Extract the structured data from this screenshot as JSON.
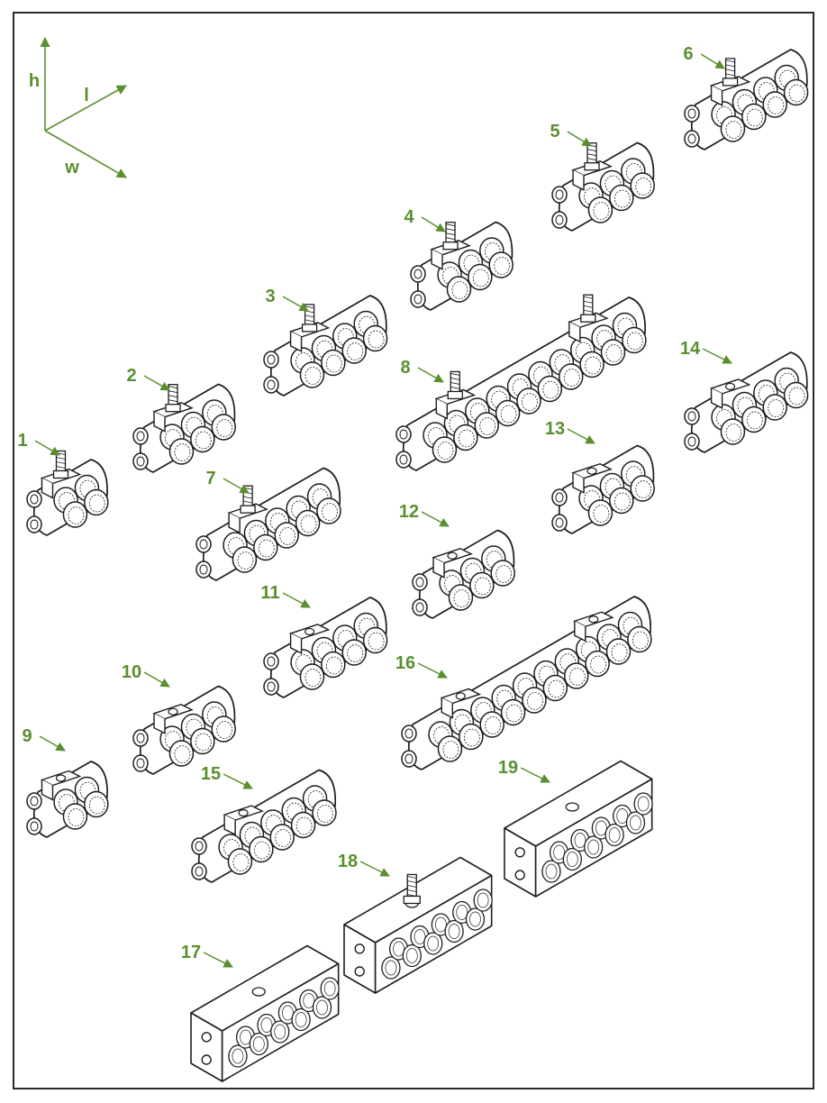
{
  "accent_color": "#5a8f2f",
  "line_color": "#1e1e1e",
  "axes": [
    {
      "label": "h",
      "icon": "height-axis-arrow"
    },
    {
      "label": "l",
      "icon": "length-axis-arrow"
    },
    {
      "label": "w",
      "icon": "width-axis-arrow"
    }
  ],
  "items": [
    {
      "num": "1",
      "kind": "stud",
      "rows": 2,
      "cols": 2
    },
    {
      "num": "2",
      "kind": "stud",
      "rows": 2,
      "cols": 3
    },
    {
      "num": "3",
      "kind": "stud",
      "rows": 2,
      "cols": 4
    },
    {
      "num": "4",
      "kind": "stud",
      "rows": 2,
      "cols": 3
    },
    {
      "num": "5",
      "kind": "stud",
      "rows": 2,
      "cols": 3
    },
    {
      "num": "6",
      "kind": "stud",
      "rows": 2,
      "cols": 4
    },
    {
      "num": "7",
      "kind": "stud",
      "rows": 2,
      "cols": 5
    },
    {
      "num": "8",
      "kind": "stud2",
      "rows": 2,
      "cols": 10
    },
    {
      "num": "9",
      "kind": "screw",
      "rows": 2,
      "cols": 2
    },
    {
      "num": "10",
      "kind": "screw",
      "rows": 2,
      "cols": 3
    },
    {
      "num": "11",
      "kind": "screw",
      "rows": 2,
      "cols": 4
    },
    {
      "num": "12",
      "kind": "screw",
      "rows": 2,
      "cols": 3
    },
    {
      "num": "13",
      "kind": "screw",
      "rows": 2,
      "cols": 3
    },
    {
      "num": "14",
      "kind": "screw",
      "rows": 2,
      "cols": 4
    },
    {
      "num": "15",
      "kind": "screw",
      "rows": 2,
      "cols": 5
    },
    {
      "num": "16",
      "kind": "screw2",
      "rows": 2,
      "cols": 10
    },
    {
      "num": "17",
      "kind": "block",
      "rows": 2,
      "cols": 5
    },
    {
      "num": "18",
      "kind": "block-stud",
      "rows": 2,
      "cols": 5
    },
    {
      "num": "19",
      "kind": "block",
      "rows": 2,
      "cols": 5
    }
  ]
}
